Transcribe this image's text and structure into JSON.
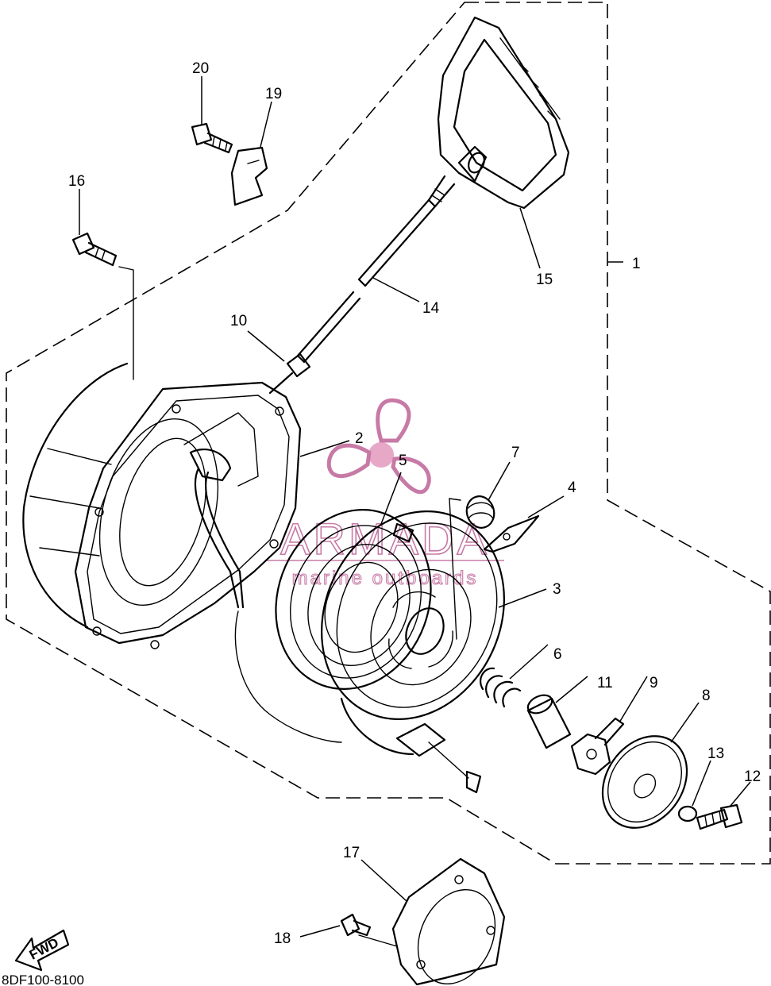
{
  "diagram_code": "8DF100-8100",
  "fwd_label": "FWD",
  "watermark": {
    "title": "ARMADA",
    "subtitle": "marine outboards",
    "color": "#c77aa6"
  },
  "callouts": [
    {
      "id": "1",
      "label": "1"
    },
    {
      "id": "2",
      "label": "2"
    },
    {
      "id": "3",
      "label": "3"
    },
    {
      "id": "4",
      "label": "4"
    },
    {
      "id": "5",
      "label": "5"
    },
    {
      "id": "6",
      "label": "6"
    },
    {
      "id": "7",
      "label": "7"
    },
    {
      "id": "8",
      "label": "8"
    },
    {
      "id": "9",
      "label": "9"
    },
    {
      "id": "10",
      "label": "10"
    },
    {
      "id": "11",
      "label": "11"
    },
    {
      "id": "12",
      "label": "12"
    },
    {
      "id": "13",
      "label": "13"
    },
    {
      "id": "14",
      "label": "14"
    },
    {
      "id": "15",
      "label": "15"
    },
    {
      "id": "16",
      "label": "16"
    },
    {
      "id": "17",
      "label": "17"
    },
    {
      "id": "18",
      "label": "18"
    },
    {
      "id": "19",
      "label": "19"
    },
    {
      "id": "20",
      "label": "20"
    }
  ]
}
